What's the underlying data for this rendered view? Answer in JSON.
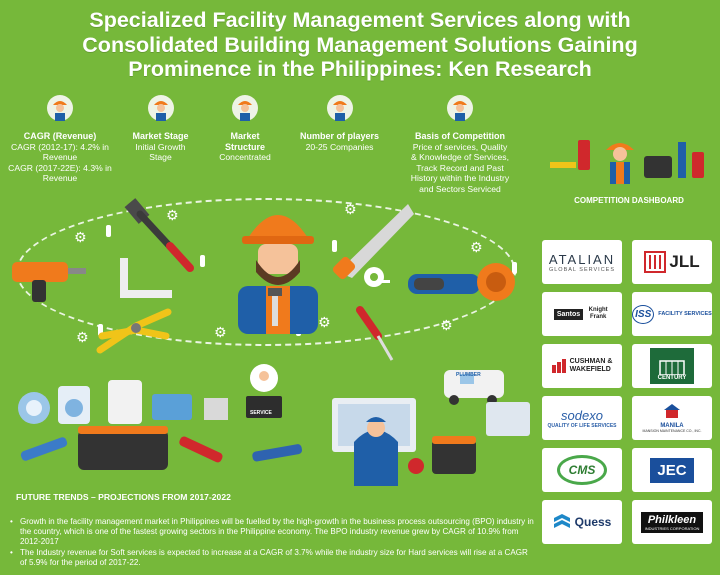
{
  "title": {
    "line1": "Specialized Facility Management Services along with",
    "line2": "Consolidated Building Management Solutions Gaining",
    "line3": "Prominence in the Philippines: Ken Research"
  },
  "stats": [
    {
      "label": "CAGR (Revenue)",
      "lines": [
        "CAGR (2012-17): 4.2% in",
        "Revenue",
        "CAGR (2017-22E): 4.3% in",
        "Revenue"
      ]
    },
    {
      "label": "Market Stage",
      "lines": [
        "Initial Growth",
        "Stage"
      ]
    },
    {
      "label": "Market",
      "label2": "Structure",
      "lines": [
        "Concentrated"
      ]
    },
    {
      "label": "Number of players",
      "lines": [
        "20-25 Companies"
      ]
    },
    {
      "label": "Basis of Competition",
      "lines": [
        "Price of services, Quality",
        "& Knowledge of Services,",
        "Track Record and Past",
        "History within the Industry",
        "and Sectors Serviced"
      ]
    }
  ],
  "dashboard": {
    "title": "COMPETITION DASHBOARD",
    "logos": {
      "atalian": "ATALIAN",
      "atalian_sub": "GLOBAL SERVICES",
      "jll": "JLL",
      "santos": "Santos",
      "knight_frank": "Knight Frank",
      "iss": "ISS",
      "iss_sub": "FACILITY SERVICES",
      "cushman": "CUSHMAN &",
      "wakefield": "WAKEFIELD",
      "century": "CENTURY",
      "sodexo": "sodexo",
      "sodexo_sub": "QUALITY OF LIFE SERVICES",
      "manila": "MANILA",
      "manila_sub": "MANSION MAINTENANCE CO., INC.",
      "cms": "CMS",
      "jec": "JEC",
      "quess": "Quess",
      "philkleen": "Philkleen",
      "philkleen_sub": "INDUSTRIES CORPORATION"
    }
  },
  "illustration": {
    "service_label": "SERVICE",
    "plumber_label": "PLUMBER"
  },
  "future": {
    "title": "FUTURE TRENDS – PROJECTIONS FROM 2017-2022",
    "bullets": [
      "Growth in the facility management market in Philippines will be fuelled by the high-growth in the business process outsourcing (BPO) industry in the country, which is one of the fastest growing sectors in the Philippine economy. The BPO industry revenue grew by CAGR of 10.9% from 2012-2017",
      "The Industry revenue for Soft services is expected to increase at a CAGR of 3.7% while the industry size for Hard services will rise at a CAGR of 5.9% for the period of 2017-22."
    ]
  },
  "colors": {
    "background": "#76b83a",
    "helmet": "#f07a1c",
    "vest": "#1f5fa8",
    "jll_red": "#d0282c",
    "jec_blue": "#1a4f9c"
  }
}
